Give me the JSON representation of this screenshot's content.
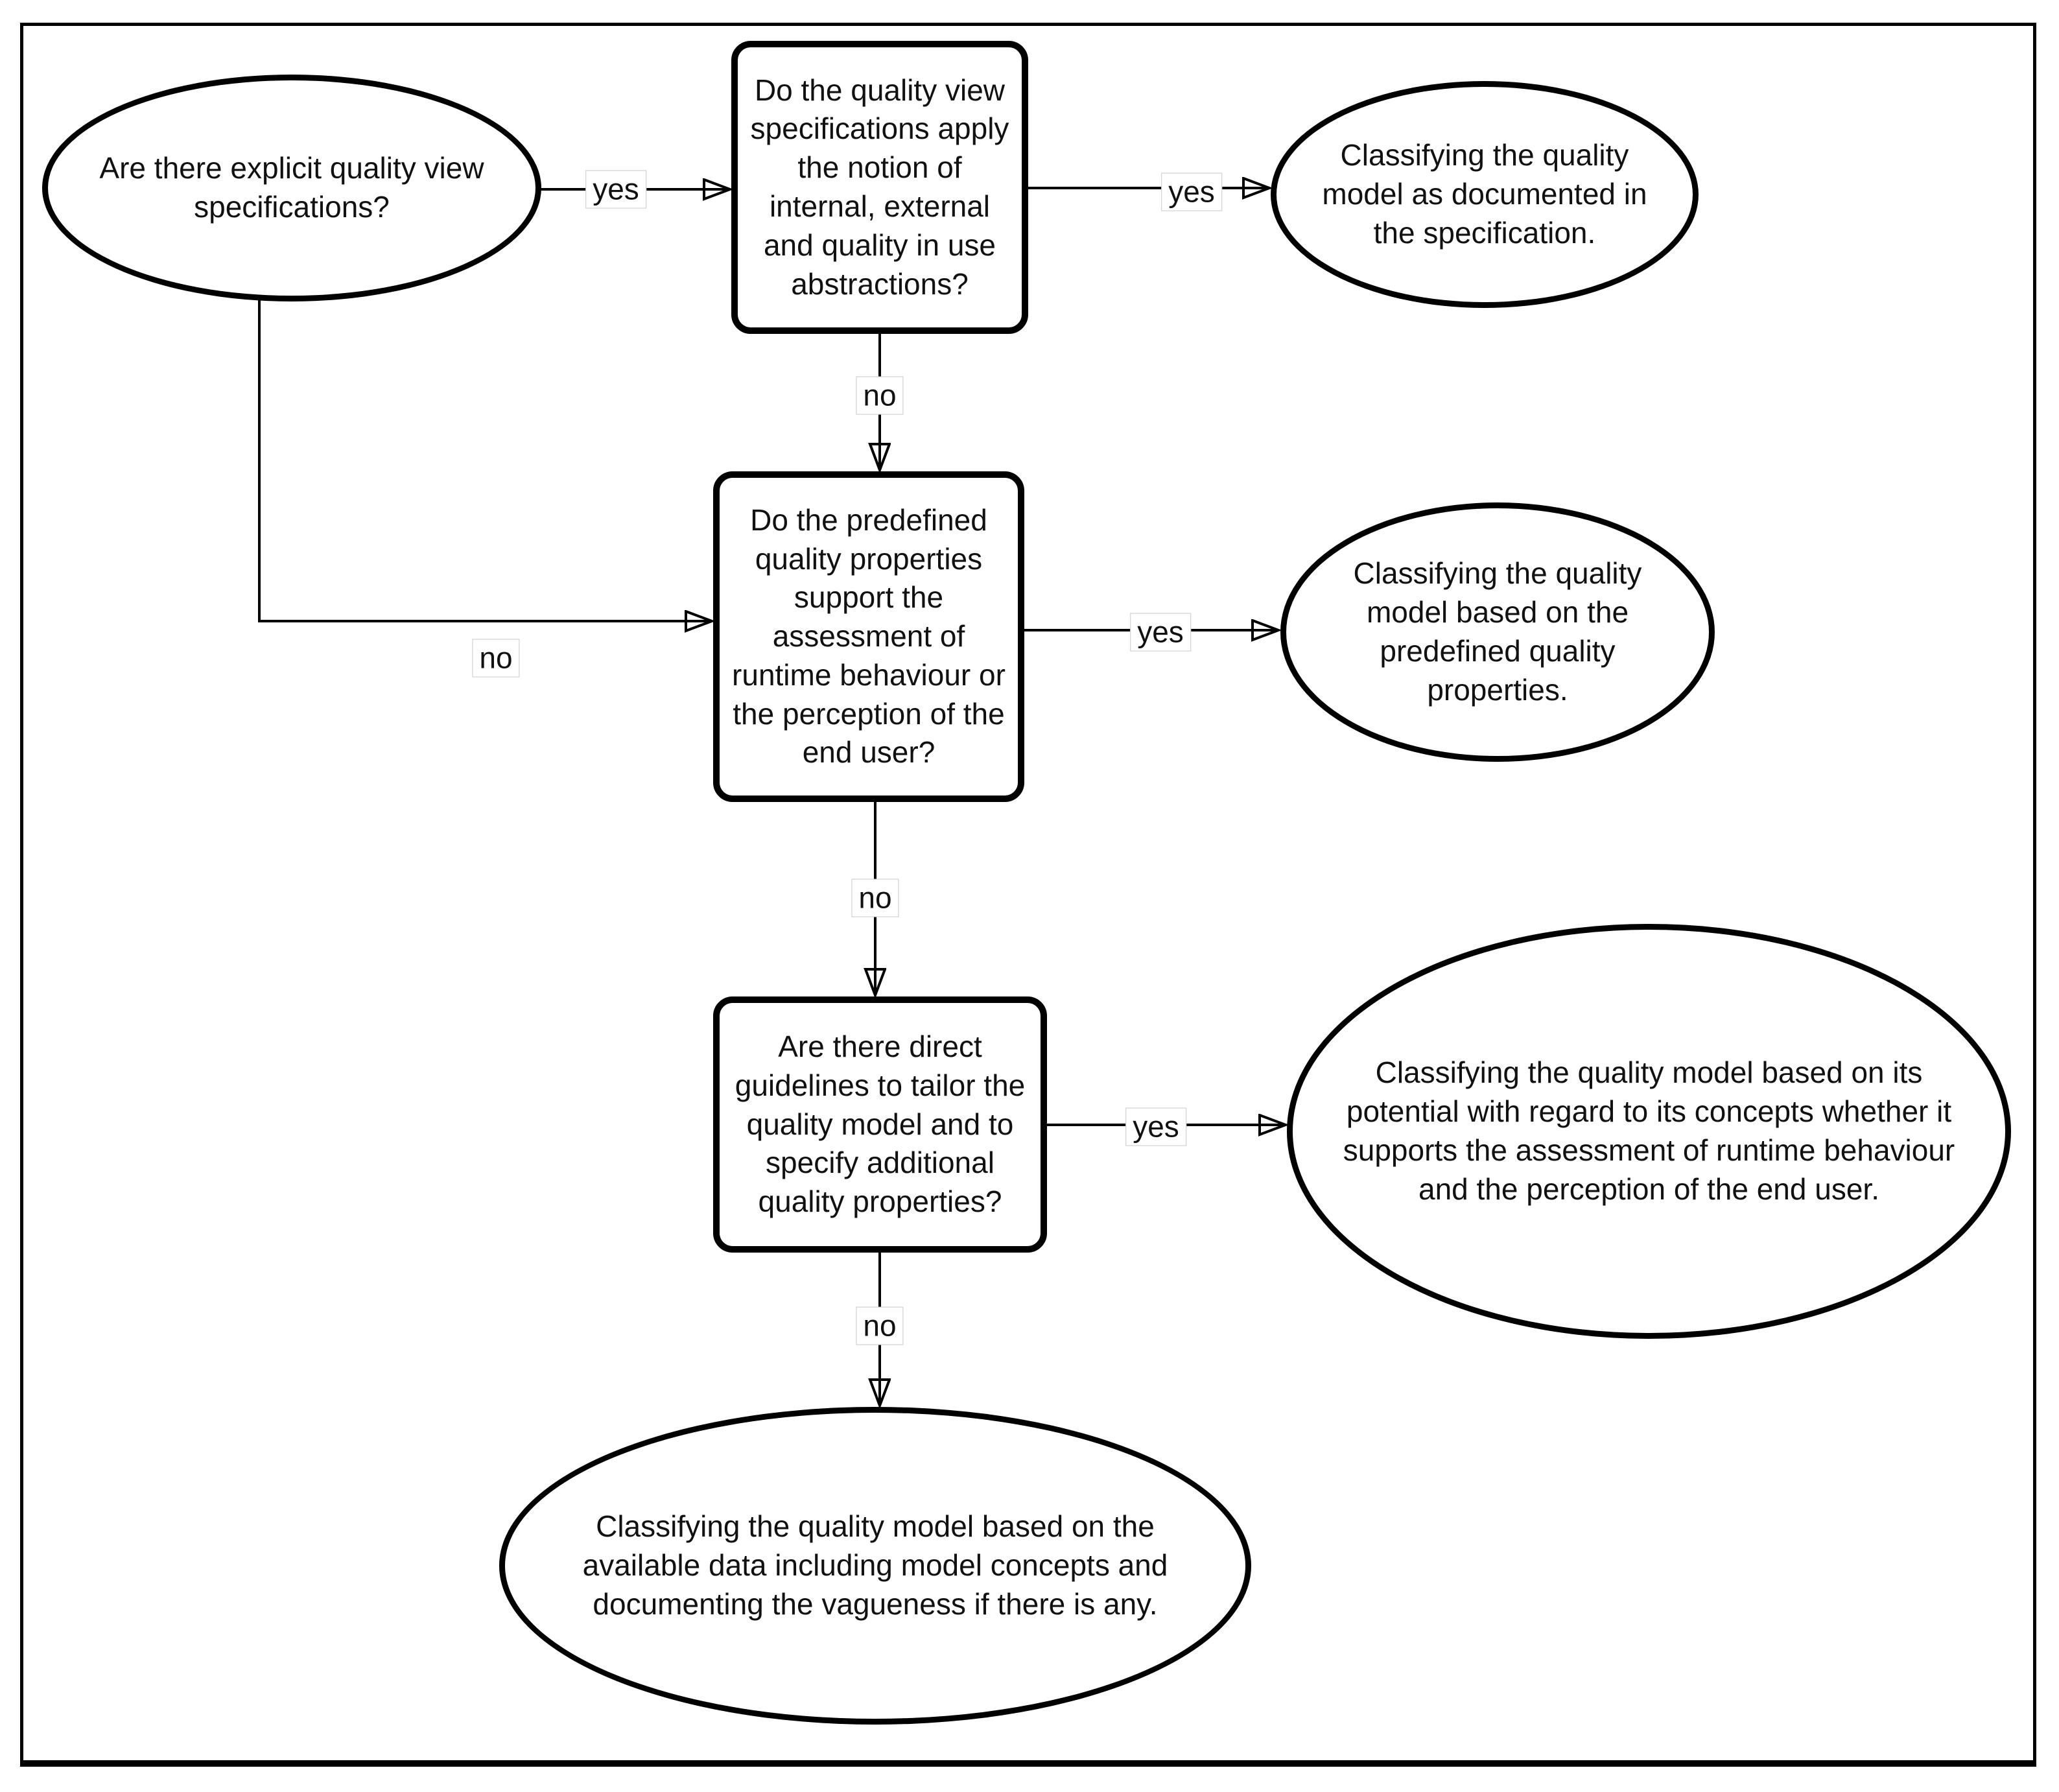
{
  "diagram": {
    "type": "flowchart",
    "colors": {
      "stroke": "#000000",
      "fill": "#ffffff",
      "text": "#111111",
      "edge_label_border": "#c9c9c9",
      "edge_label_background": "#ffffff"
    },
    "nodes": {
      "q1": {
        "shape": "ellipse",
        "role": "decision",
        "text": "Are there explicit quality view\nspecifications?"
      },
      "q2": {
        "shape": "rounded-rect",
        "role": "decision",
        "text": "Do the quality view\nspecifications apply\nthe notion of\ninternal, external\nand quality in use\nabstractions?"
      },
      "q3": {
        "shape": "rounded-rect",
        "role": "decision",
        "text": "Do the predefined\nquality properties\nsupport the\nassessment of\nruntime behaviour or\nthe perception of the\nend user?"
      },
      "q4": {
        "shape": "rounded-rect",
        "role": "decision",
        "text": "Are there direct\nguidelines to tailor the\nquality model and to\nspecify additional\nquality properties?"
      },
      "o1": {
        "shape": "ellipse",
        "role": "outcome",
        "text": "Classifying the quality\nmodel as documented in\nthe specification."
      },
      "o2": {
        "shape": "ellipse",
        "role": "outcome",
        "text": "Classifying the quality\nmodel based on the\npredefined quality\nproperties."
      },
      "o3": {
        "shape": "ellipse",
        "role": "outcome",
        "text": "Classifying the quality model based on its\npotential with regard to its concepts whether it\nsupports the assessment of runtime behaviour\nand the perception of the end user."
      },
      "o4": {
        "shape": "ellipse",
        "role": "outcome",
        "text": "Classifying the quality model based on the\navailable data including model concepts and\ndocumenting the vagueness if there is any."
      }
    },
    "edges": {
      "e1": {
        "from": "q1",
        "to": "q2",
        "label": "yes"
      },
      "e2": {
        "from": "q2",
        "to": "o1",
        "label": "yes"
      },
      "e3": {
        "from": "q2",
        "to": "q3",
        "label": "no"
      },
      "e4": {
        "from": "q1",
        "to": "q3",
        "label": "no"
      },
      "e5": {
        "from": "q3",
        "to": "o2",
        "label": "yes"
      },
      "e6": {
        "from": "q3",
        "to": "q4",
        "label": "no"
      },
      "e7": {
        "from": "q4",
        "to": "o3",
        "label": "yes"
      },
      "e8": {
        "from": "q4",
        "to": "o4",
        "label": "no"
      }
    }
  }
}
